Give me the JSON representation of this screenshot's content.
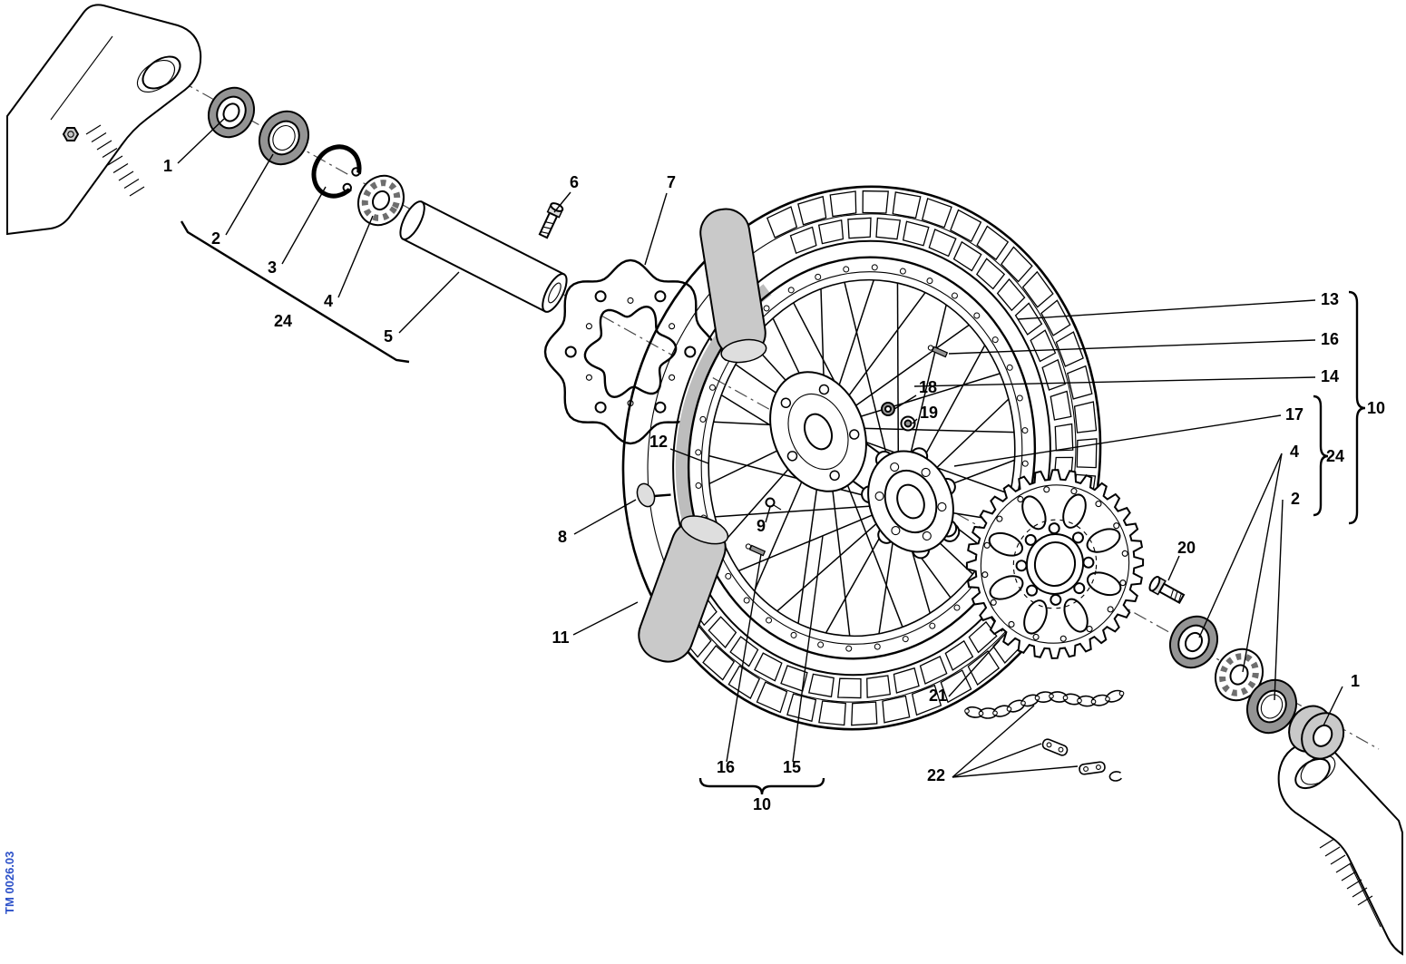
{
  "diagram": {
    "watermark": "TM 0026.03",
    "colors": {
      "line": "#000000",
      "grey_fill": "#c9c9c9",
      "dark_grey_fill": "#949494",
      "background": "#ffffff",
      "watermark": "#2b50c8"
    },
    "labels": {
      "p1_left": "1",
      "p2_left": "2",
      "p3_left": "3",
      "p24_left": "24",
      "p4_left": "4",
      "p5": "5",
      "p6": "6",
      "p7": "7",
      "p8": "8",
      "p9": "9",
      "p11": "11",
      "p12": "12",
      "p18": "18",
      "p19": "19",
      "p13": "13",
      "p16_right": "16",
      "p14": "14",
      "p10_right": "10",
      "p17": "17",
      "p4_right": "4",
      "p24_right": "24",
      "p2_right": "2",
      "p20": "20",
      "p1_right": "1",
      "p21": "21",
      "p22": "22",
      "p16_bottom": "16",
      "p15": "15",
      "p10_bottom": "10"
    }
  }
}
